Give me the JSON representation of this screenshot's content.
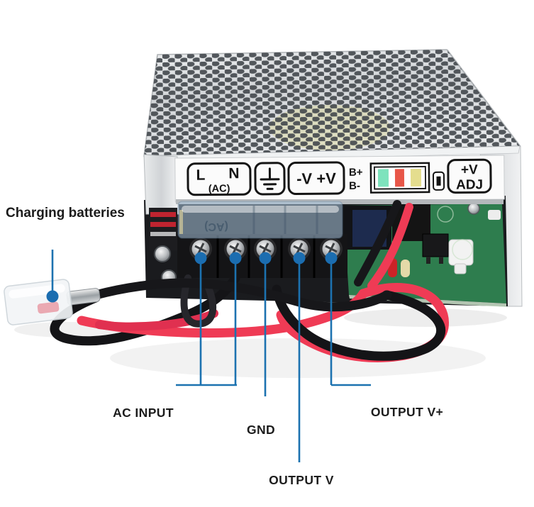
{
  "title": "Power supply wiring callout image",
  "colors": {
    "accent_blue": "#1c72b0",
    "wire_red": "#ef3b55",
    "wire_black": "#17171a",
    "pcb_green": "#2e7d4e",
    "case_silver": "#d7dadd",
    "indicator_stripe_1": "#7ee3bd",
    "indicator_stripe_2": "#e85749",
    "indicator_stripe_3": "#e4dd8e"
  },
  "callouts": {
    "charging": {
      "label": "Charging batteries"
    },
    "ac_input": {
      "label": "AC INPUT"
    },
    "gnd": {
      "label": "GND"
    },
    "output_v": {
      "label": "OUTPUT V"
    },
    "output_v_plus": {
      "label": "OUTPUT V+"
    }
  },
  "panel": {
    "live": "L",
    "neutral": "N",
    "ac": "(AC)",
    "ground_icon": "earth-ground-icon",
    "dc_terminals": "-V +V",
    "battery_plus": "B+",
    "battery_minus": "B-",
    "adj_line1": "+V",
    "adj_line2": "ADJ"
  },
  "terminal_cover_marking": "(AC)"
}
